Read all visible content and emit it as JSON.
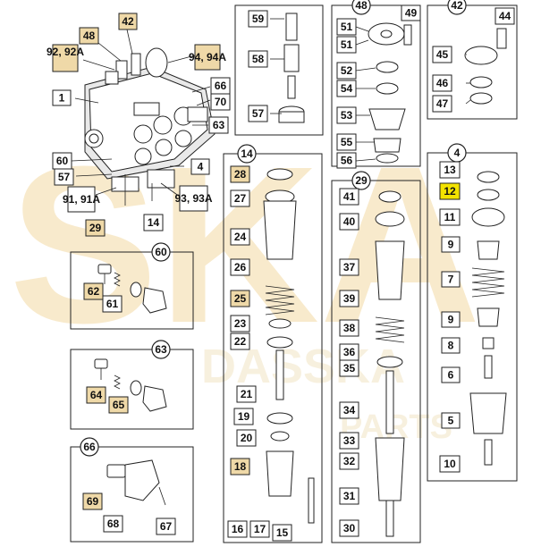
{
  "watermark": {
    "large": "SKA",
    "middle": "DASSKA",
    "small": "PARTS"
  },
  "callouts": {
    "p1": "1",
    "p4": "4",
    "p14": "14",
    "p29": "29",
    "p42": "42",
    "p48": "48",
    "p60": "60",
    "p63": "63",
    "p66": "66"
  },
  "labels": {
    "l1": "1",
    "l4": "4",
    "l5": "5",
    "l6": "6",
    "l7": "7",
    "l8": "8",
    "l9a": "9",
    "l9b": "9",
    "l10": "10",
    "l11": "11",
    "l12": "12",
    "l13": "13",
    "l14": "14",
    "l15": "15",
    "l16": "16",
    "l17": "17",
    "l18": "18",
    "l19": "19",
    "l20": "20",
    "l21": "21",
    "l22": "22",
    "l23": "23",
    "l24": "24",
    "l25": "25",
    "l26": "26",
    "l27": "27",
    "l28": "28",
    "l29": "29",
    "l30": "30",
    "l31": "31",
    "l32": "32",
    "l33": "33",
    "l34": "34",
    "l35": "35",
    "l36": "36",
    "l37": "37",
    "l38": "38",
    "l39": "39",
    "l40": "40",
    "l41": "41",
    "l42": "42",
    "l44": "44",
    "l45": "45",
    "l46": "46",
    "l47": "47",
    "l48": "48",
    "l49": "49",
    "l51a": "51",
    "l51b": "51",
    "l52": "52",
    "l53": "53",
    "l54": "54",
    "l55": "55",
    "l56": "56",
    "l57a": "57",
    "l57b": "57",
    "l58": "58",
    "l59": "59",
    "l60": "60",
    "l61": "61",
    "l62": "62",
    "l63": "63",
    "l64": "64",
    "l65": "65",
    "l66": "66",
    "l67": "67",
    "l68": "68",
    "l69": "69",
    "l70": "70",
    "l91": "91, 91A",
    "l92": "92, 92A",
    "l93": "93, 93A",
    "l94": "94, 94A"
  },
  "highlight_color": "#f3e300",
  "tan_color": "#efd9a8"
}
